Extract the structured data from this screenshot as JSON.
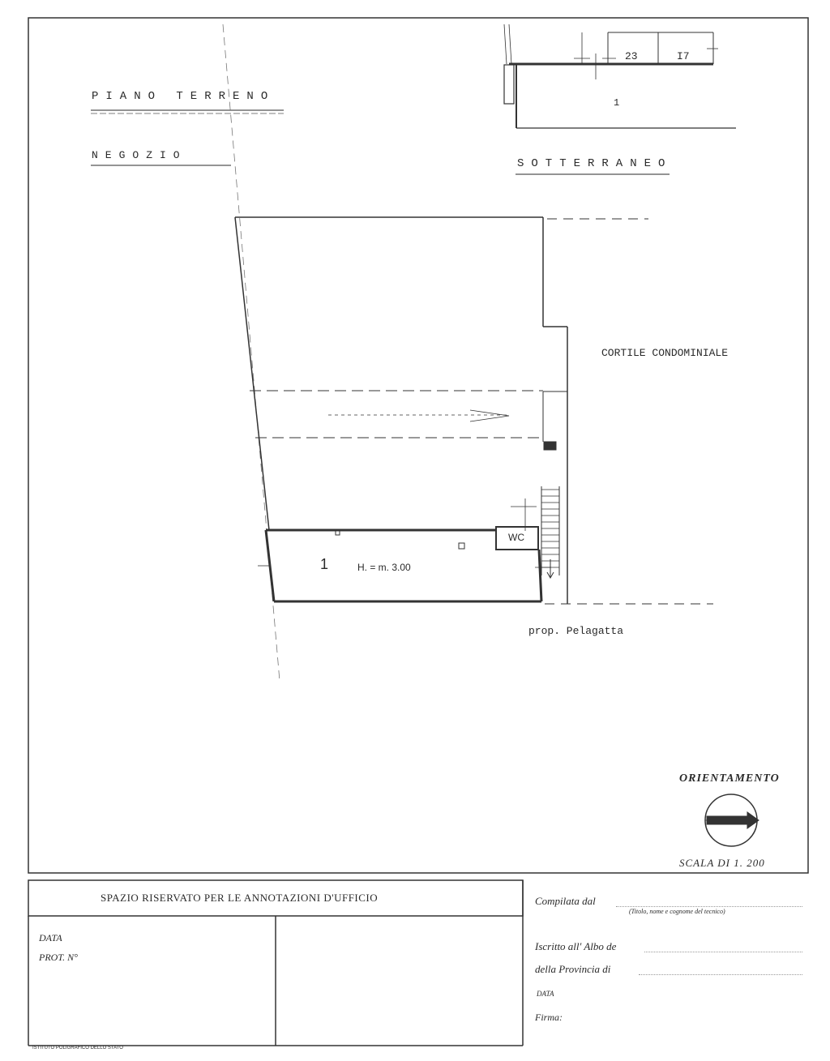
{
  "sheet": {
    "floor_label": "PIANO TERRENO",
    "unit_type": "NEGOZIO",
    "basement_label": "SOTTERRANEO",
    "courtyard_label": "CORTILE CONDOMINIALE",
    "neighbor_label": "prop. Pelagatta",
    "room_number": "1",
    "room_height": "H. = m. 3.00",
    "wc_label": "WC",
    "basement_room_number": "1",
    "dim_23": "23",
    "dim_17": "I7",
    "orientation_label": "ORIENTAMENTO",
    "scale_label": "SCALA DI 1. 200"
  },
  "footer": {
    "office_title": "SPAZIO RISERVATO PER LE ANNOTAZIONI D'UFFICIO",
    "data_label": "DATA",
    "prot_label": "PROT. N°",
    "compilata": "Compilata dal",
    "titolo_hint": "(Titolo, nome e cognome del tecnico)",
    "iscritto": "Iscritto all' Albo de",
    "provincia": "della Provincia di",
    "data2": "DATA",
    "firma": "Firma:",
    "printer": "ISTITUTO POLIGRAFICO DELLO STATO"
  }
}
